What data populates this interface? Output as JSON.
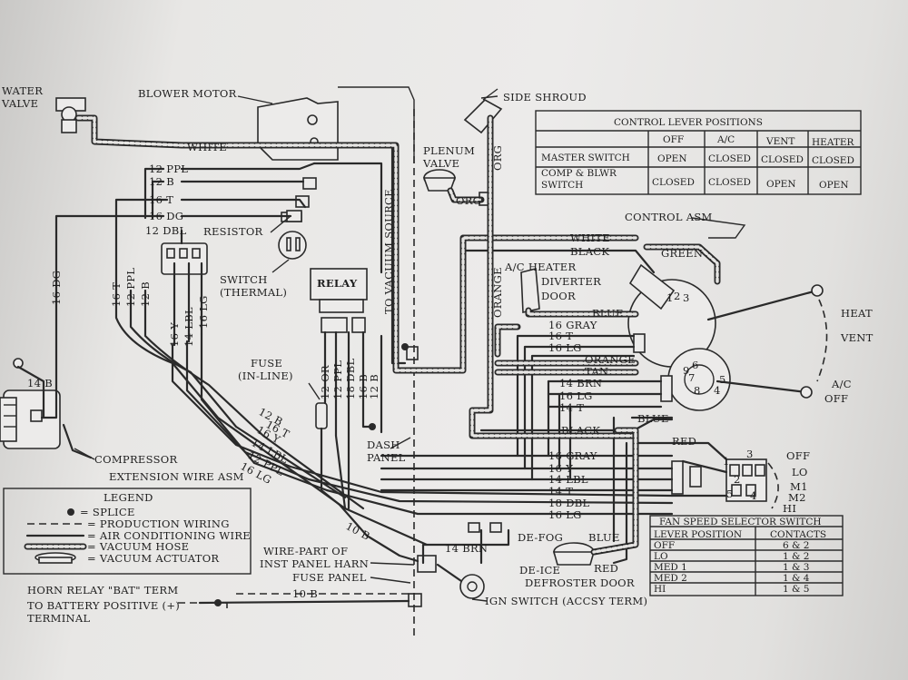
{
  "colors": {
    "paper": "#ecebea",
    "ink": "#2a2a2a",
    "shadow": "#cfcecc"
  },
  "labels": {
    "water_valve": "WATER\nVALVE",
    "blower_motor": "BLOWER MOTOR",
    "side_shroud": "SIDE SHROUD",
    "white": "WHITE",
    "plenum_valve": "PLENUM\nVALVE",
    "org": "ORG",
    "w_12ppl": "12 PPL",
    "w_12b": "12 B",
    "w_16t": "16 T",
    "w_16dg": "16 DG",
    "w_12dbl": "12 DBL",
    "resistor": "RESISTOR",
    "switch_thermal": "SWITCH\n(THERMAL)",
    "relay": "RELAY",
    "to_vacuum_source": "TO VACUUM SOURCE",
    "orange_vert": "ORANGE",
    "org_vert": "ORG",
    "control_asm": "CONTROL ASM",
    "ac_heater_diverter": "A/C HEATER\nDIVERTER\nDOOR",
    "green": "GREEN",
    "white2": "WHITE",
    "black": "BLACK",
    "blue": "BLUE",
    "gray16": "16 GRAY",
    "t16": "16 T",
    "lg16": "16 LG",
    "orange": "ORANGE",
    "tan": "TAN",
    "brn14": "14 BRN",
    "lg16b": "16 LG",
    "t14": "14 T",
    "black2": "BLACK",
    "blue2": "BLUE",
    "red": "RED",
    "heat": "HEAT",
    "vent": "VENT",
    "ac": "A/C",
    "off": "OFF",
    "v16dg": "16 DG",
    "v16t": "16 T",
    "v12ppl": "12 PPL",
    "v12b": "12 B",
    "v16y": "16 Y",
    "v14lbl": "14 LBL",
    "v16lg": "16 LG",
    "fuse_inline": "FUSE\n(IN-LINE)",
    "v12or": "12 OR",
    "v12ppl2": "12 PPL",
    "v18dbl": "18 DBL",
    "v16b": "16 B",
    "v12b2": "12 B",
    "b14": "14 B",
    "compressor": "COMPRESSOR",
    "dash_panel": "DASH\nPANEL",
    "fan_12b": "12 B",
    "fan_16t": "16 T",
    "fan_16y": "16 Y",
    "fan_14lbl": "14 LBL",
    "fan_12ppl": "12 PPL",
    "fan_16lg": "16 LG",
    "ext_wire": "EXTENSION WIRE ASM",
    "r_16gray": "16 GRAY",
    "r_16y": "16 Y",
    "r_14lbl": "14 LBL",
    "r_14t": "14 T",
    "r_18dbl": "18 DBL",
    "r_16lg": "16 LG",
    "b10a": "10 B",
    "b10b": "10 B",
    "brn14b": "14 BRN",
    "wire_part": "WIRE-PART OF\nINST PANEL HARN",
    "fuse_panel": "FUSE PANEL",
    "horn_relay": "HORN RELAY \"BAT\" TERM",
    "to_battery": "TO BATTERY POSITIVE (+)\nTERMINAL",
    "ign_switch": "IGN SWITCH (ACCSY TERM)",
    "defog": "DE-FOG",
    "blue3": "BLUE",
    "deice": "DE-ICE",
    "red2": "RED",
    "defroster": "DEFROSTER DOOR",
    "fan_off": "OFF",
    "fan_lo": "LO",
    "fan_m1": "M1",
    "fan_m2": "M2",
    "fan_hi": "HI",
    "n3": "3",
    "n1": "1",
    "n2": "2",
    "n5": "5",
    "n4": "4",
    "d1": "1",
    "d2": "2",
    "d3": "3",
    "d6": "6",
    "d7": "7",
    "d8": "8",
    "d9": "9",
    "d4": "4",
    "d5": "5"
  },
  "legend": {
    "title": "LEGEND",
    "items": [
      {
        "symbol": "splice",
        "text": "= SPLICE"
      },
      {
        "symbol": "production",
        "text": "= PRODUCTION WIRING"
      },
      {
        "symbol": "ac",
        "text": "= AIR CONDITIONING WIRE"
      },
      {
        "symbol": "hose",
        "text": "= VACUUM HOSE"
      },
      {
        "symbol": "actuator",
        "text": "= VACUUM ACTUATOR"
      }
    ]
  },
  "control_table": {
    "title": "CONTROL LEVER POSITIONS",
    "headers": [
      "",
      "OFF",
      "A/C",
      "VENT",
      "HEATER"
    ],
    "rows": [
      {
        "label": "MASTER SWITCH",
        "cells": [
          "OPEN",
          "CLOSED",
          "CLOSED",
          "CLOSED"
        ]
      },
      {
        "label": "COMP & BLWR\nSWITCH",
        "cells": [
          "CLOSED",
          "CLOSED",
          "OPEN",
          "OPEN"
        ]
      }
    ]
  },
  "fan_table": {
    "title": "FAN SPEED SELECTOR SWITCH",
    "headers": [
      "LEVER POSITION",
      "CONTACTS"
    ],
    "rows": [
      [
        "OFF",
        "6 & 2"
      ],
      [
        "LO",
        "1 & 2"
      ],
      [
        "MED 1",
        "1 & 3"
      ],
      [
        "MED 2",
        "1 & 4"
      ],
      [
        "HI",
        "1 & 5"
      ]
    ]
  }
}
